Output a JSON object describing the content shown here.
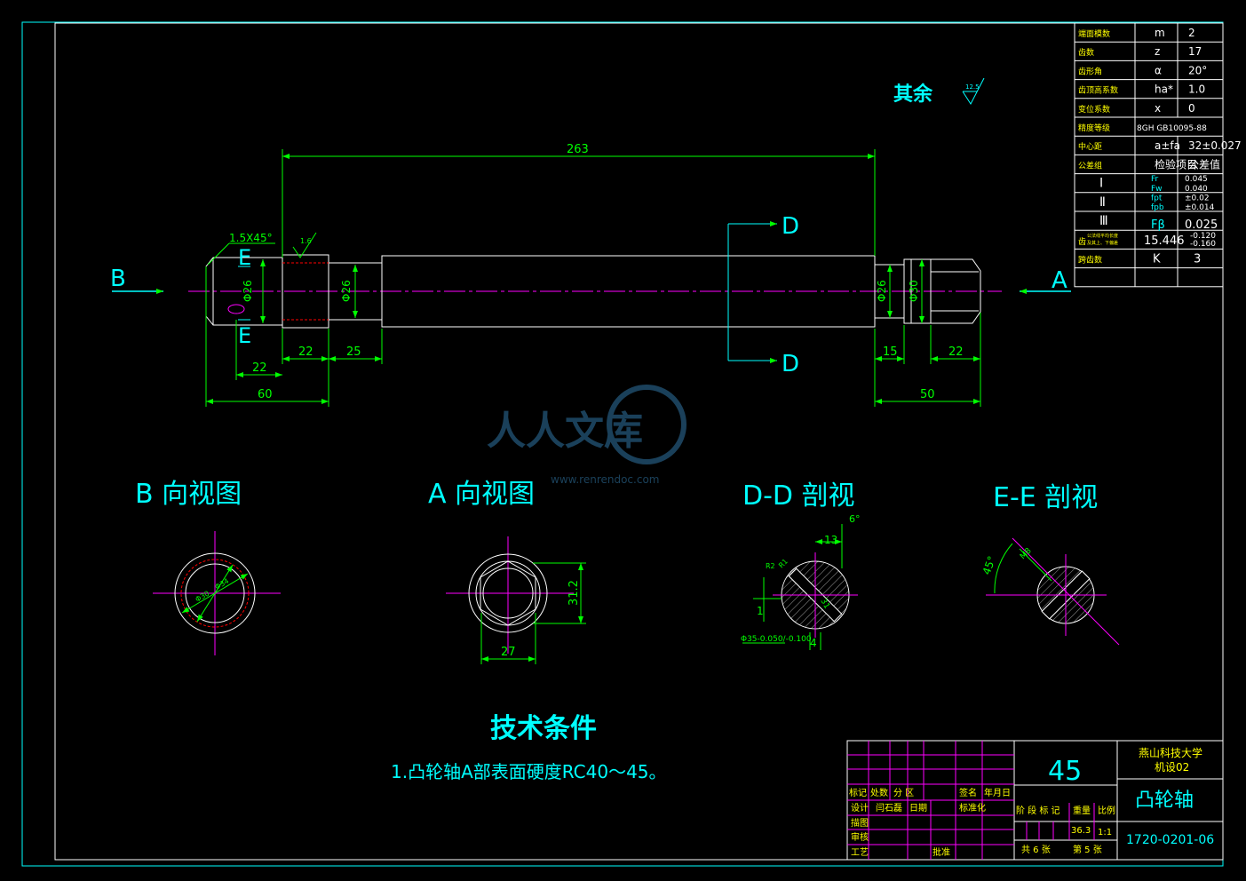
{
  "colors": {
    "background": "#000000",
    "outline": "#ffffff",
    "dimension": "#00ff00",
    "text": "#00ffff",
    "center": "#ff00ff",
    "frame": "#00ffff",
    "table_text": "#ffff00"
  },
  "roughness_note": "其余",
  "roughness_value": "12.5",
  "dims": {
    "total": "263",
    "chamfer": "1.5X45°",
    "rough_16": "1.6",
    "d1": "Φ26",
    "d2": "Φ26",
    "d3": "Φ26",
    "d4": "Φ30",
    "l22a": "22",
    "l22b": "22",
    "l25": "25",
    "l60": "60",
    "l15": "15",
    "l22c": "22",
    "l50": "50"
  },
  "section_letters": {
    "b": "B",
    "a": "A",
    "d1": "D",
    "d2": "D",
    "e1": "E",
    "e2": "E"
  },
  "views": {
    "b_view": "B 向视图",
    "a_view": "A 向视图",
    "dd_view": "D-D 剖视",
    "ee_view": "E-E 剖视"
  },
  "view_dims": {
    "b_d1": "Φ30",
    "b_d2": "Φ34",
    "a_h": "31.2",
    "a_w": "27",
    "dd_13": "13",
    "dd_6": "6°",
    "dd_1": "1",
    "dd_4": "4",
    "dd_dia": "Φ35-0.050/-0.100",
    "dd_r": "R1",
    "dd_h": "31",
    "dd_r2": "R2",
    "ee_angle": "45°",
    "ee_m": "M8"
  },
  "tech": {
    "title": "技术条件",
    "item": "1.凸轮轴A部表面硬度RC40～45。"
  },
  "gear_table": [
    [
      "端面模数",
      "m",
      "2"
    ],
    [
      "齿数",
      "z",
      "17"
    ],
    [
      "齿形角",
      "α",
      "20°"
    ],
    [
      "齿顶高系数",
      "ha*",
      "1.0"
    ],
    [
      "变位系数",
      "x",
      "0"
    ],
    [
      "精度等级",
      "8GH  GB10095-88",
      ""
    ],
    [
      "中心距",
      "a±fa",
      "32±0.027"
    ],
    [
      "公差组",
      "检验项目",
      "公差值"
    ]
  ],
  "tol_groups": [
    {
      "group": "Ⅰ",
      "items": [
        "Fr",
        "Fw"
      ],
      "values": [
        "0.045",
        "0.040"
      ]
    },
    {
      "group": "Ⅱ",
      "items": [
        "fpt",
        "fpb"
      ],
      "values": [
        "±0.02",
        "±0.014"
      ]
    },
    {
      "group": "Ⅲ",
      "items": [
        "Fβ"
      ],
      "values": [
        "0.025"
      ]
    }
  ],
  "tooth_row": {
    "label": "齿",
    "sub": "公法线平均长度及其上、下偏差",
    "value": "15.446",
    "dev": "-0.120/-0.160"
  },
  "span_row": {
    "label": "跨齿数",
    "sym": "K",
    "value": "3"
  },
  "title_block": {
    "material": "45",
    "school": "燕山科技大学",
    "class": "机设02",
    "part": "凸轮轴",
    "code": "1720-0201-06",
    "h_mark": "标记",
    "h_count": "处数",
    "h_zone": "分 区",
    "h_sign": "签名",
    "h_date": "年月日",
    "design": "设计",
    "designer": "闫石磊",
    "std": "标准化",
    "date_label": "日期",
    "draw": "描图",
    "check": "审核",
    "process": "工艺",
    "approve": "批准",
    "stage": "阶 段 标 记",
    "weight_label": "重量",
    "scale_label": "比例",
    "weight": "36.3",
    "scale": "1:1",
    "sheets_total": "共 6 张",
    "sheet_no": "第 5 张"
  },
  "watermark": {
    "text": "人人文库",
    "url": "www.renrendoc.com"
  }
}
